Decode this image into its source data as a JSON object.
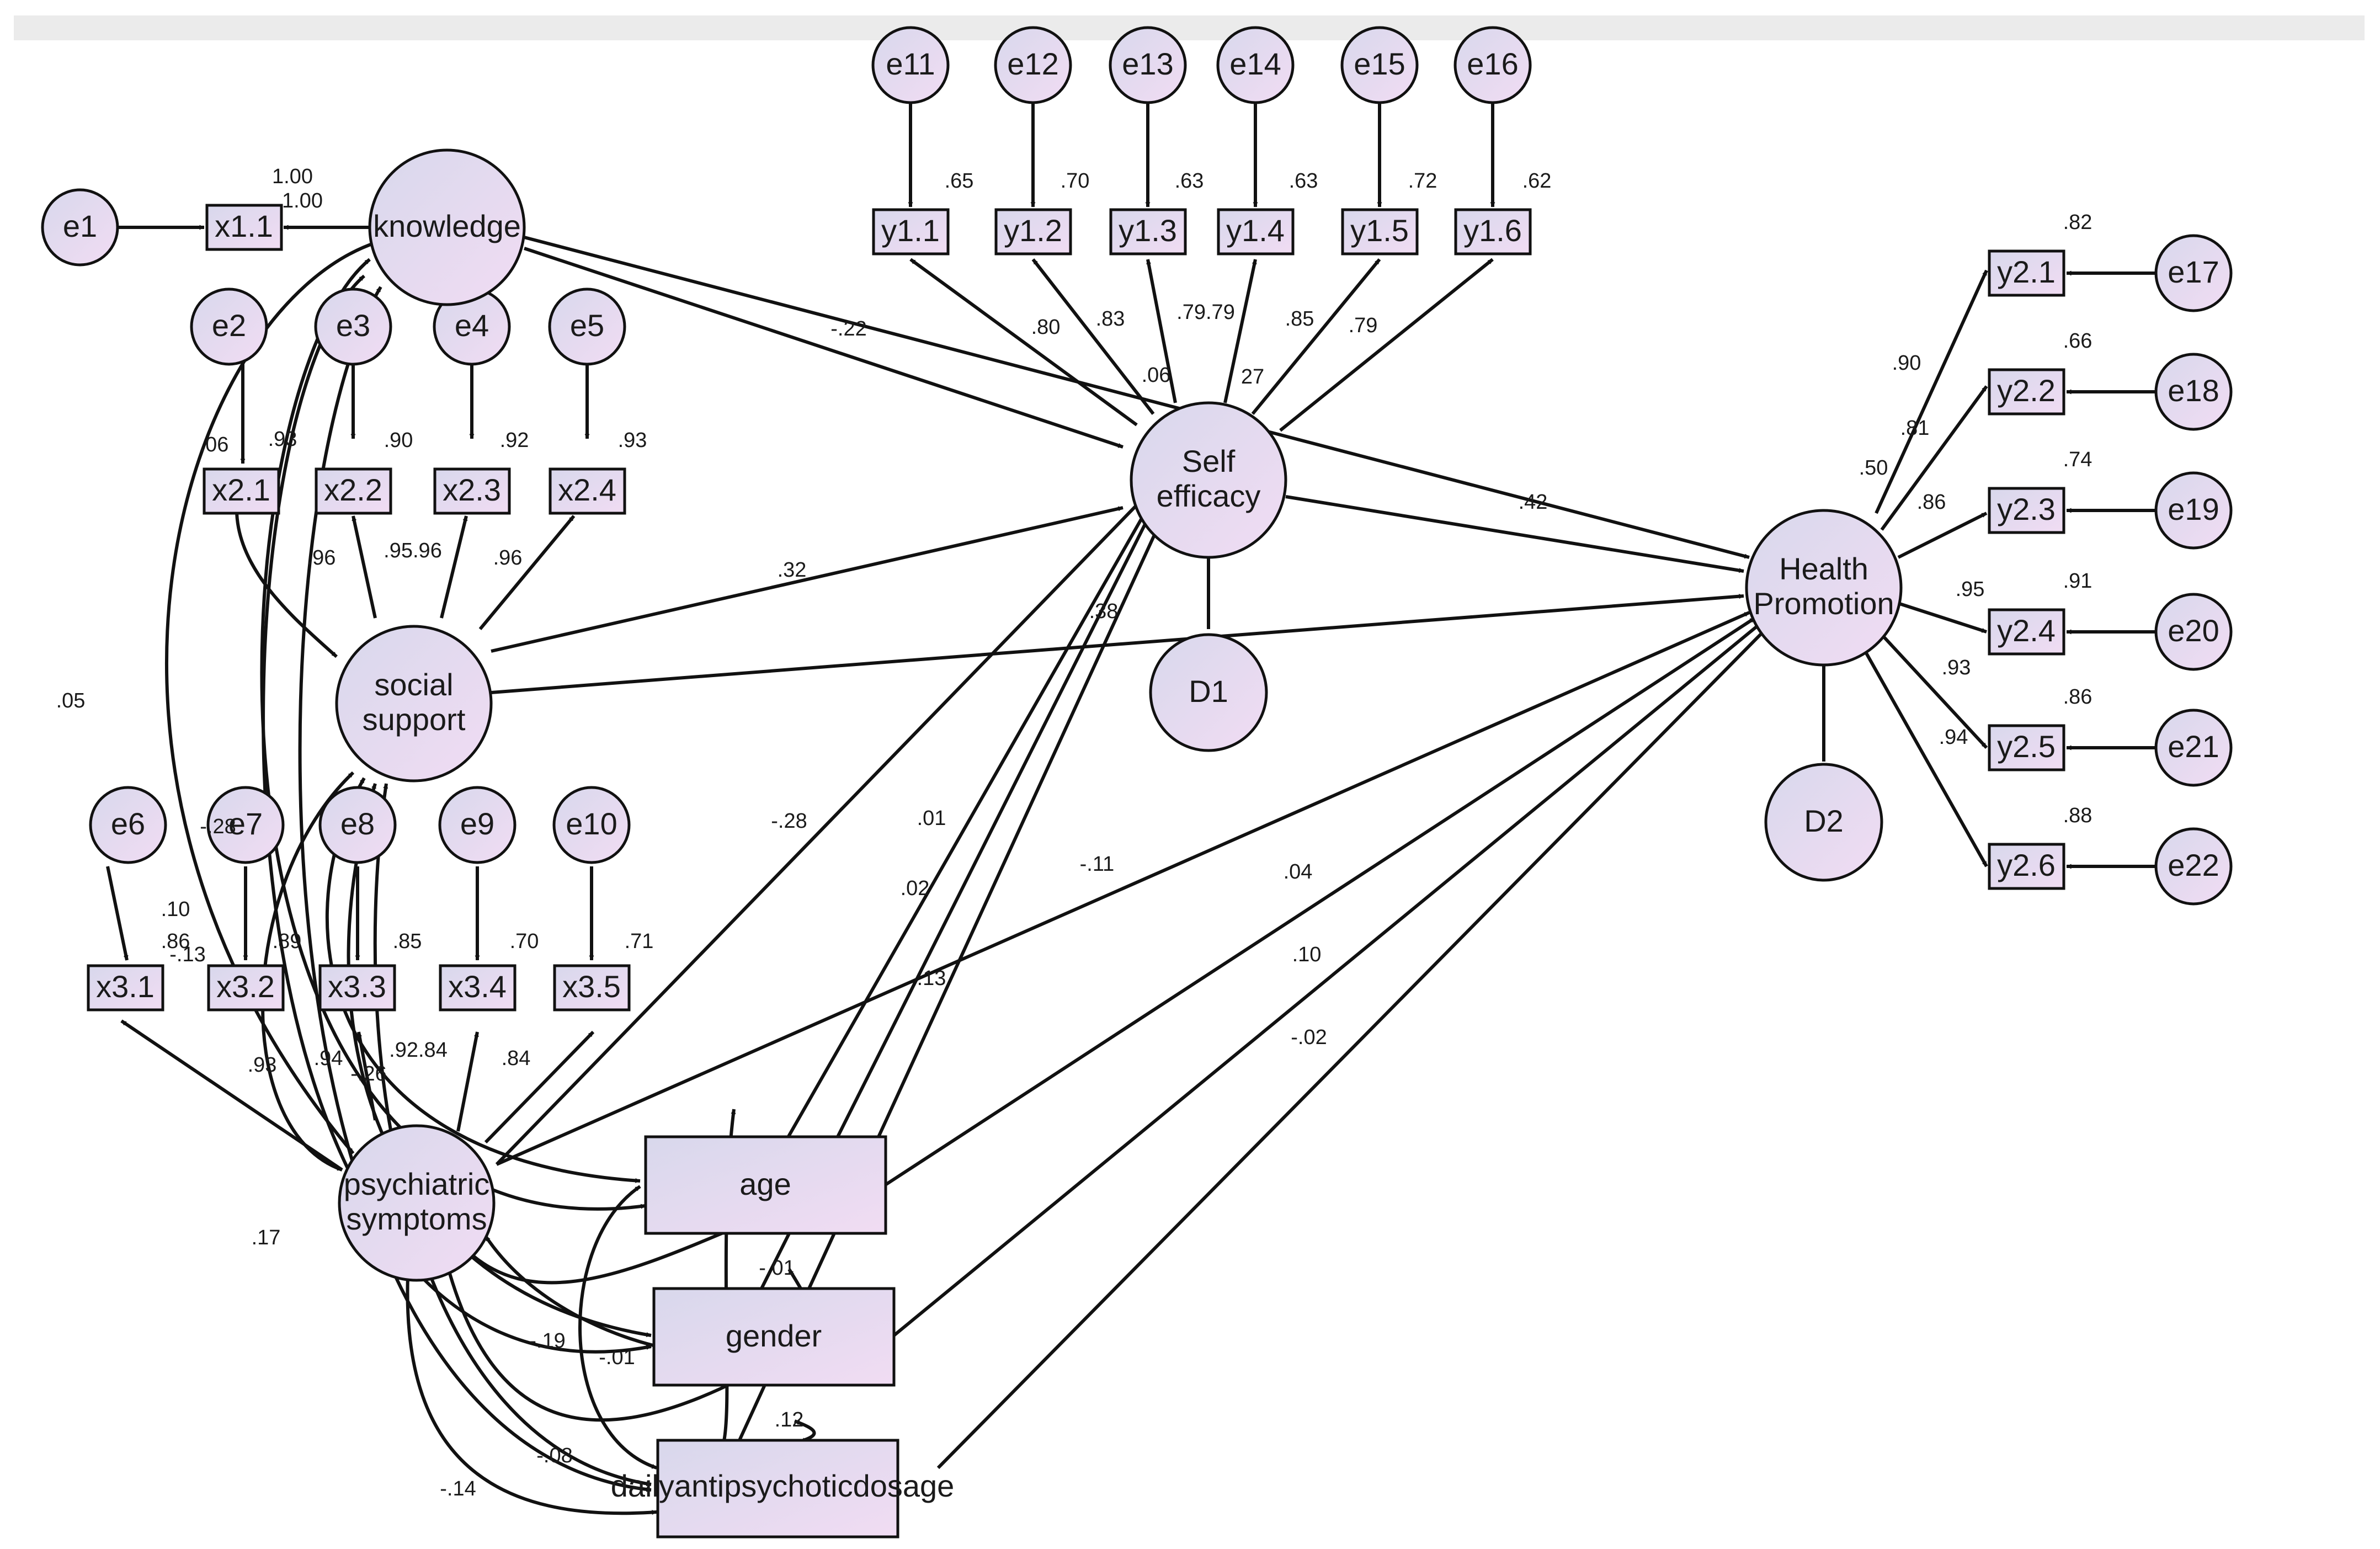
{
  "diagram": {
    "nodes": {
      "e1": {
        "label": "e1"
      },
      "e2": {
        "label": "e2"
      },
      "e3": {
        "label": "e3"
      },
      "e4": {
        "label": "e4"
      },
      "e5": {
        "label": "e5"
      },
      "e6": {
        "label": "e6"
      },
      "e7": {
        "label": "e7"
      },
      "e8": {
        "label": "e8"
      },
      "e9": {
        "label": "e9"
      },
      "e10": {
        "label": "e10"
      },
      "e11": {
        "label": "e11"
      },
      "e12": {
        "label": "e12"
      },
      "e13": {
        "label": "e13"
      },
      "e14": {
        "label": "e14"
      },
      "e15": {
        "label": "e15"
      },
      "e16": {
        "label": "e16"
      },
      "e17": {
        "label": "e17"
      },
      "e18": {
        "label": "e18"
      },
      "e19": {
        "label": "e19"
      },
      "e20": {
        "label": "e20"
      },
      "e21": {
        "label": "e21"
      },
      "e22": {
        "label": "e22"
      },
      "D1": {
        "label": "D1"
      },
      "D2": {
        "label": "D2"
      },
      "x1_1": {
        "label": "x1.1"
      },
      "x2_1": {
        "label": "x2.1"
      },
      "x2_2": {
        "label": "x2.2"
      },
      "x2_3": {
        "label": "x2.3"
      },
      "x2_4": {
        "label": "x2.4"
      },
      "x3_1": {
        "label": "x3.1"
      },
      "x3_2": {
        "label": "x3.2"
      },
      "x3_3": {
        "label": "x3.3"
      },
      "x3_4": {
        "label": "x3.4"
      },
      "x3_5": {
        "label": "x3.5"
      },
      "y1_1": {
        "label": "y1.1"
      },
      "y1_2": {
        "label": "y1.2"
      },
      "y1_3": {
        "label": "y1.3"
      },
      "y1_4": {
        "label": "y1.4"
      },
      "y1_5": {
        "label": "y1.5"
      },
      "y1_6": {
        "label": "y1.6"
      },
      "y2_1": {
        "label": "y2.1"
      },
      "y2_2": {
        "label": "y2.2"
      },
      "y2_3": {
        "label": "y2.3"
      },
      "y2_4": {
        "label": "y2.4"
      },
      "y2_5": {
        "label": "y2.5"
      },
      "y2_6": {
        "label": "y2.6"
      },
      "knowledge": {
        "label": "knowledge"
      },
      "social_support": {
        "line1": "social",
        "line2": "support"
      },
      "psychiatric_symptoms": {
        "line1": "psychiatric",
        "line2": "symptoms"
      },
      "self_efficacy": {
        "line1": "Self",
        "line2": "efficacy"
      },
      "health_promotion": {
        "line1": "Health",
        "line2": "Promotion"
      },
      "age": {
        "label": "age"
      },
      "gender": {
        "label": "gender"
      },
      "dosage": {
        "label": "dailyantipsychoticdosage"
      }
    },
    "labels": {
      "l_1_00_a": "1.00",
      "l_1_00_b": "1.00",
      "l_06a": ".06",
      "l_93": ".93",
      "l_90": ".90",
      "l_92": ".92",
      "l_93b": ".93",
      "l_96a": ".96",
      "l_95_96": ".95.96",
      "l_96b": ".96",
      "l_65": ".65",
      "l_70": ".70",
      "l_63": ".63",
      "l_63b": ".63",
      "l_72": ".72",
      "l_62": ".62",
      "l_80": ".80",
      "l_83": ".83",
      "l_79_79": ".79.79",
      "l_85": ".85",
      "l_79": ".79",
      "l_06b": ".06",
      "l_27": "27",
      "l_22": "-.22",
      "l_42": ".42",
      "l_32": ".32",
      "l_38": ".38",
      "l_82": ".82",
      "l_66": ".66",
      "l_74": ".74",
      "l_91": ".91",
      "l_86": ".86",
      "l_88": ".88",
      "l_90h": ".90",
      "l_81": ".81",
      "l_50": ".50",
      "l_86h": ".86",
      "l_95h": ".95",
      "l_93h": ".93",
      "l_94h": ".94",
      "l_05": ".05",
      "l_28a": "-.28",
      "l_10a": ".10",
      "l_86b": ".86",
      "l_13a": "-.13",
      "l_89": ".89",
      "l_85b": ".85",
      "l_70b": ".70",
      "l_71": ".71",
      "l_93c": ".93",
      "l_94c": ".94",
      "l_26": "-.26",
      "l_92_84": ".92.84",
      "l_84": ".84",
      "l_17": ".17",
      "l_28b": "-.28",
      "l_01": ".01",
      "l_02": ".02",
      "l_13b": ".13",
      "l_11": "-.11",
      "l_04": ".04",
      "l_10b": ".10",
      "l_02b": "-.02",
      "l_19": "-.19",
      "l_01b": "-.01",
      "l_01c": "-.01",
      "l_08": "-.08",
      "l_14": "-.14",
      "l_12": ".12"
    }
  }
}
